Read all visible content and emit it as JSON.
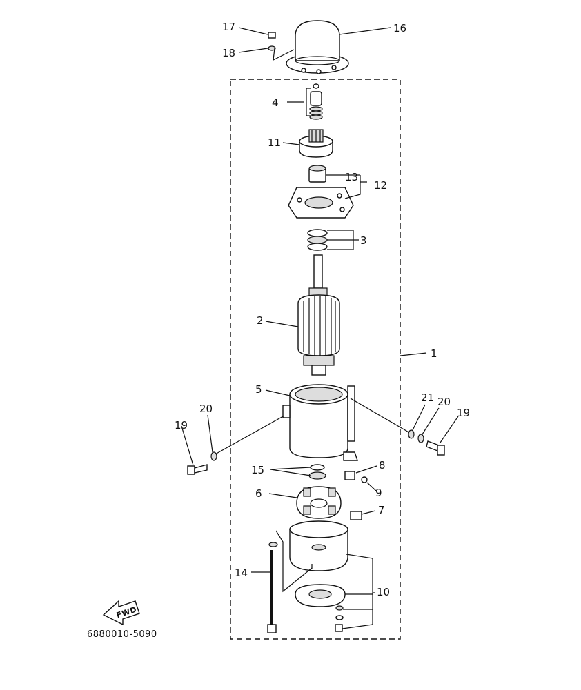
{
  "diagram": {
    "part_number": "6880010-5090",
    "fwd_label": "FWD",
    "callouts": {
      "c1": "1",
      "c2": "2",
      "c3": "3",
      "c4": "4",
      "c5": "5",
      "c6": "6",
      "c7": "7",
      "c8": "8",
      "c9": "9",
      "c10": "10",
      "c11": "11",
      "c12": "12",
      "c13": "13",
      "c14": "14",
      "c15": "15",
      "c16": "16",
      "c17": "17",
      "c18": "18",
      "c19_left": "19",
      "c19_right": "19",
      "c20_left": "20",
      "c20_right": "20",
      "c21": "21"
    }
  }
}
